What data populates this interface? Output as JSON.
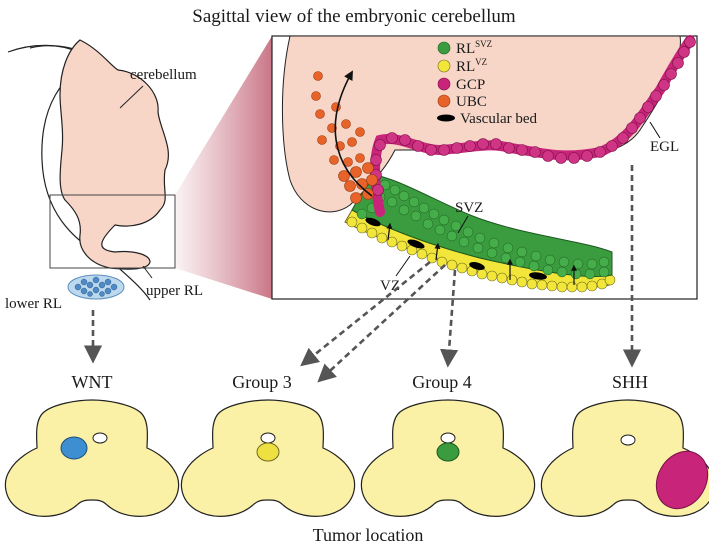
{
  "title": "Sagittal view of the embryonic cerebellum",
  "footer": "Tumor location",
  "left_labels": {
    "cerebellum": "cerebellum",
    "lower_rl": "lower RL",
    "upper_rl": "upper RL"
  },
  "inset_labels": {
    "svz": "SVZ",
    "vz": "VZ",
    "egl": "EGL"
  },
  "legend": [
    {
      "key": "rl_svz",
      "main": "RL",
      "sup": "SVZ",
      "color": "#3a9c3e"
    },
    {
      "key": "rl_vz",
      "main": "RL",
      "sup": "VZ",
      "color": "#f2e63a"
    },
    {
      "key": "gcp",
      "main": "GCP",
      "sup": "",
      "color": "#c8247a"
    },
    {
      "key": "ubc",
      "main": "UBC",
      "sup": "",
      "color": "#e8632a"
    },
    {
      "key": "vascular",
      "main": "Vascular bed",
      "sup": "",
      "color": "#000000"
    }
  ],
  "groups": [
    {
      "key": "wnt",
      "label": "WNT",
      "tumor_color": "#3d8fd1"
    },
    {
      "key": "group3",
      "label": "Group 3",
      "tumor_color": "#ede040"
    },
    {
      "key": "group4",
      "label": "Group 4",
      "tumor_color": "#3a9c3e"
    },
    {
      "key": "shh",
      "label": "SHH",
      "tumor_color": "#c8247a"
    }
  ],
  "colors": {
    "tissue": "#f7d6c8",
    "brain_section": "#faf0a6",
    "arrow": "#555555"
  }
}
